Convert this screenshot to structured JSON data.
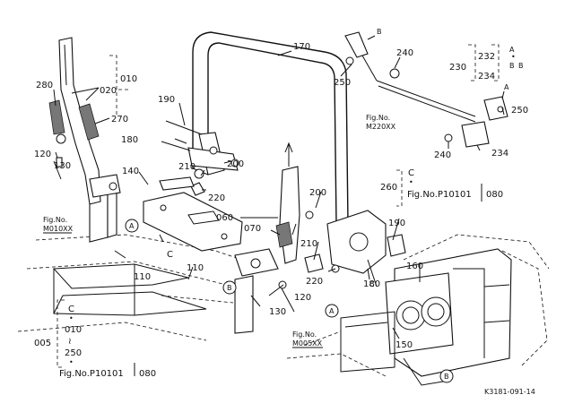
{
  "parts": {
    "p010": "010",
    "p020": "020",
    "p280": "280",
    "p270": "270",
    "p120a": "120",
    "p130a": "130",
    "p190a": "190",
    "p180a": "180",
    "p170": "170",
    "p210a": "210",
    "p200a": "200",
    "p140": "140",
    "p220a": "220",
    "p060": "060",
    "p070": "070",
    "p110a": "110",
    "p110b": "110",
    "p200b": "200",
    "p190b": "190",
    "p210b": "210",
    "p220b": "220",
    "p180b": "180",
    "p120b": "120",
    "p130b": "130",
    "p160": "160",
    "p150": "150",
    "p250a": "250",
    "p240a": "240",
    "p240b": "240",
    "p234a": "234",
    "p250b": "250",
    "p230": "230",
    "p232": "232",
    "p234b": "234",
    "p260": "260"
  },
  "callouts": {
    "A1": "A",
    "A2": "A",
    "A3": "A",
    "B1": "B",
    "B2": "B",
    "B3": "B",
    "B4": "B",
    "C1": "C",
    "C2": "C",
    "C3": "C"
  },
  "group230": {
    "ab_top": "A",
    "ab_bottom": "B",
    "dot": "•"
  },
  "group260": {
    "c": "C",
    "dot": "•",
    "ref": "Fig.No.P10101",
    "tail": "080"
  },
  "group005": {
    "num": "005",
    "c": "C",
    "dot1": "•",
    "p010": "010",
    "tilde": "≀",
    "p250": "250",
    "dot2": "•",
    "ref": "Fig.No.P10101",
    "tail": "080"
  },
  "fig_refs": {
    "m220_line1": "Fig.No.",
    "m220_line2": "M220XX",
    "m010_line1": "Fig.No.",
    "m010_line2": "M010XX",
    "m005_line1": "Fig.No.",
    "m005_line2": "M005XX"
  },
  "drawing_id": "K3181-091-14"
}
